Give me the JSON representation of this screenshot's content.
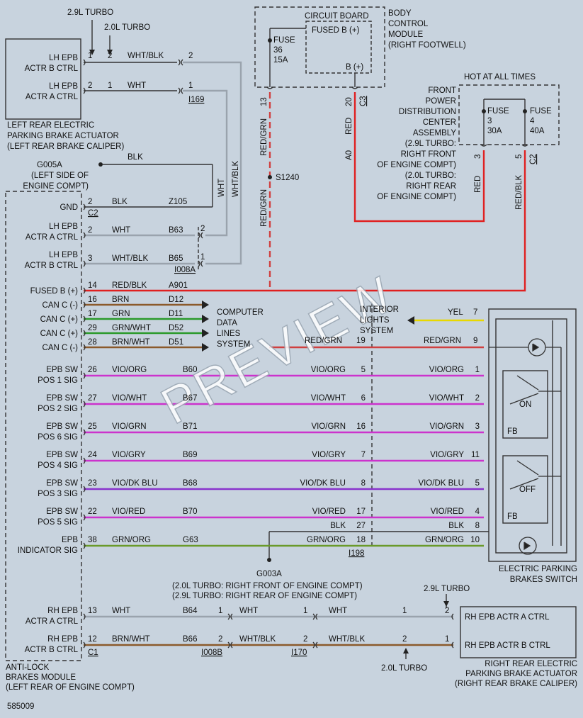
{
  "top": {
    "turbo29": "2.9L TURBO",
    "turbo20": "2.0L TURBO"
  },
  "lr_actuator": {
    "b_ctrl": [
      "LH EPB",
      "ACTR B CTRL"
    ],
    "a_ctrl": [
      "LH EPB",
      "ACTR A CTRL"
    ],
    "b_pins": [
      "1",
      "2"
    ],
    "a_pins": [
      "2",
      "1"
    ],
    "title": [
      "LEFT REAR ELECTRIC",
      "PARKING BRAKE ACTUATOR",
      "(LEFT REAR BRAKE CALIPER)"
    ],
    "wire_b": "WHT/BLK",
    "wire_a": "WHT",
    "conn_b": "2",
    "conn_a": "1",
    "conn_name": "I169"
  },
  "ground_g005a": {
    "name": "G005A",
    "desc": [
      "(LEFT SIDE OF",
      "ENGINE COMPT)"
    ],
    "wire": "BLK"
  },
  "side_wires": {
    "wht": "WHT",
    "whtblk": "WHT/BLK"
  },
  "bcm": {
    "circuit_board": "CIRCUIT BOARD",
    "fused_b": "FUSED B (+)",
    "fuse": [
      "FUSE",
      "36",
      "15A"
    ],
    "bplus": "B (+)",
    "title": [
      "BODY",
      "CONTROL",
      "MODULE",
      "(RIGHT FOOTWELL)"
    ],
    "pin13": "13",
    "pin20": "20",
    "conn": "C3",
    "wire13": "RED/GRN",
    "wire20": "RED",
    "a0": "A0",
    "splice": "S1240",
    "wire_below": "RED/GRN"
  },
  "pdc": {
    "hot": "HOT AT ALL TIMES",
    "title": [
      "FRONT",
      "POWER",
      "DISTRIBUTION",
      "CENTER",
      "ASSEMBLY",
      "(2.9L TURBO:",
      "RIGHT FRONT",
      "OF ENGINE COMPT)",
      "(2.0L TURBO:",
      "RIGHT REAR",
      "OF ENGINE COMPT)"
    ],
    "fuse3": [
      "FUSE",
      "3",
      "30A"
    ],
    "fuse4": [
      "FUSE",
      "4",
      "40A"
    ],
    "pin3": "3",
    "pin5": "5",
    "conn": "C2",
    "wire3": "RED",
    "wire5": "RED/BLK"
  },
  "abs_rows": [
    {
      "label": [
        "GND"
      ],
      "pin": "2",
      "wire": "BLK",
      "circuit": "Z105"
    },
    {
      "label": [
        "LH EPB",
        "ACTR A CTRL"
      ],
      "pin": "2",
      "wire": "WHT",
      "circuit": "B63"
    },
    {
      "label": [
        "LH EPB",
        "ACTR B CTRL"
      ],
      "pin": "3",
      "wire": "WHT/BLK",
      "circuit": "B65"
    },
    {
      "label": [
        "FUSED B (+)"
      ],
      "pin": "14",
      "wire": "RED/BLK",
      "circuit": "A901"
    },
    {
      "label": [
        "CAN C (-)"
      ],
      "pin": "16",
      "wire": "BRN",
      "circuit": "D12"
    },
    {
      "label": [
        "CAN C (+)"
      ],
      "pin": "17",
      "wire": "GRN",
      "circuit": "D11"
    },
    {
      "label": [
        "CAN C (+)"
      ],
      "pin": "29",
      "wire": "GRN/WHT",
      "circuit": "D52"
    },
    {
      "label": [
        "CAN C (-)"
      ],
      "pin": "28",
      "wire": "BRN/WHT",
      "circuit": "D51"
    }
  ],
  "abs_conn": {
    "c2": "C2",
    "i008a": "I008A",
    "c1": "C1",
    "i008b": "I008B",
    "p2": "2",
    "p1": "1"
  },
  "computer": [
    "COMPUTER",
    "DATA",
    "LINES",
    "SYSTEM"
  ],
  "interior": [
    "INTERIOR",
    "LIGHTS",
    "SYSTEM"
  ],
  "yel": {
    "wire": "YEL",
    "pin": "7"
  },
  "redgrn_row": {
    "wire_l": "RED/GRN",
    "pin_l": "19",
    "wire_r": "RED/GRN",
    "pin_r": "9"
  },
  "epb_rows": [
    {
      "label": [
        "EPB SW",
        "POS 1 SIG"
      ],
      "pin": "26",
      "wire": "VIO/ORG",
      "circuit": "B60",
      "wire_m": "VIO/ORG",
      "pin_m": "5",
      "wire_r": "VIO/ORG",
      "pin_r": "1",
      "color": "#cc33cc"
    },
    {
      "label": [
        "EPB SW",
        "POS 2 SIG"
      ],
      "pin": "27",
      "wire": "VIO/WHT",
      "circuit": "B67",
      "wire_m": "VIO/WHT",
      "pin_m": "6",
      "wire_r": "VIO/WHT",
      "pin_r": "2",
      "color": "#cc33cc"
    },
    {
      "label": [
        "EPB SW",
        "POS 6 SIG"
      ],
      "pin": "25",
      "wire": "VIO/GRN",
      "circuit": "B71",
      "wire_m": "VIO/GRN",
      "pin_m": "16",
      "wire_r": "VIO/GRN",
      "pin_r": "3",
      "color": "#cc33cc"
    },
    {
      "label": [
        "EPB SW",
        "POS 4 SIG"
      ],
      "pin": "24",
      "wire": "VIO/GRY",
      "circuit": "B69",
      "wire_m": "VIO/GRY",
      "pin_m": "7",
      "wire_r": "VIO/GRY",
      "pin_r": "11",
      "color": "#cc33cc"
    },
    {
      "label": [
        "EPB SW",
        "POS 3 SIG"
      ],
      "pin": "23",
      "wire": "VIO/DK BLU",
      "circuit": "B68",
      "wire_m": "VIO/DK BLU",
      "pin_m": "8",
      "wire_r": "VIO/DK BLU",
      "pin_r": "5",
      "color": "#8a33cc"
    },
    {
      "label": [
        "EPB SW",
        "POS 5 SIG"
      ],
      "pin": "22",
      "wire": "VIO/RED",
      "circuit": "B70",
      "wire_m": "VIO/RED",
      "pin_m": "17",
      "wire_r": "VIO/RED",
      "pin_r": "4",
      "color": "#cc33cc"
    }
  ],
  "blk_row": {
    "wire_m": "BLK",
    "pin_m": "27",
    "wire_r": "BLK",
    "pin_r": "8"
  },
  "ind_row": {
    "label": [
      "EPB",
      "INDICATOR SIG"
    ],
    "pin": "38",
    "wire": "GRN/ORG",
    "circuit": "G63",
    "wire_m": "GRN/ORG",
    "pin_m": "18",
    "wire_r": "GRN/ORG",
    "pin_r": "10"
  },
  "i198": "I198",
  "g003a": {
    "name": "G003A",
    "desc": [
      "(2.0L TURBO: RIGHT FRONT OF ENGINE COMPT)",
      "(2.9L TURBO: RIGHT REAR OF ENGINE COMPT)"
    ]
  },
  "epb_switch": {
    "on": "ON",
    "off": "OFF",
    "fb": "FB",
    "title": [
      "ELECTRIC PARKING",
      "BRAKES SWITCH"
    ]
  },
  "rh_rows": [
    {
      "label": [
        "RH EPB",
        "ACTR A CTRL"
      ],
      "pin": "13",
      "wire": "WHT",
      "circuit": "B64",
      "c_l": "1",
      "wire_m": "WHT",
      "c_m": "1",
      "wire_r": "WHT",
      "p_a": "1",
      "p_b": "2"
    },
    {
      "label": [
        "RH EPB",
        "ACTR B CTRL"
      ],
      "pin": "12",
      "wire": "BRN/WHT",
      "circuit": "B66",
      "c_l": "2",
      "wire_m": "WHT/BLK",
      "c_m": "2",
      "wire_r": "WHT/BLK",
      "p_a": "2",
      "p_b": "1"
    }
  ],
  "rr_actuator": {
    "a": "RH EPB ACTR A CTRL",
    "b": "RH EPB ACTR B CTRL",
    "title": [
      "RIGHT REAR ELECTRIC",
      "PARKING BRAKE ACTUATOR",
      "(RIGHT REAR BRAKE CALIPER)"
    ],
    "turbo29": "2.9L TURBO",
    "turbo20": "2.0L TURBO",
    "i170": "I170"
  },
  "abs_title": [
    "ANTI-LOCK",
    "BRAKES MODULE",
    "(LEFT REAR OF ENGINE COMPT)"
  ],
  "code": "585009",
  "watermark": "PREVIEW",
  "colors": {
    "red": "#e02020",
    "redblk": "#e02020",
    "redgrn": "#d04040",
    "brn": "#8b5a2b",
    "grn": "#2a9a2a",
    "grnwht": "#2a9a2a",
    "brnwht": "#8b5a2b",
    "gry": "#999999",
    "yel": "#e8d800",
    "grnorg": "#6a9a2a",
    "wire": "#333333"
  }
}
